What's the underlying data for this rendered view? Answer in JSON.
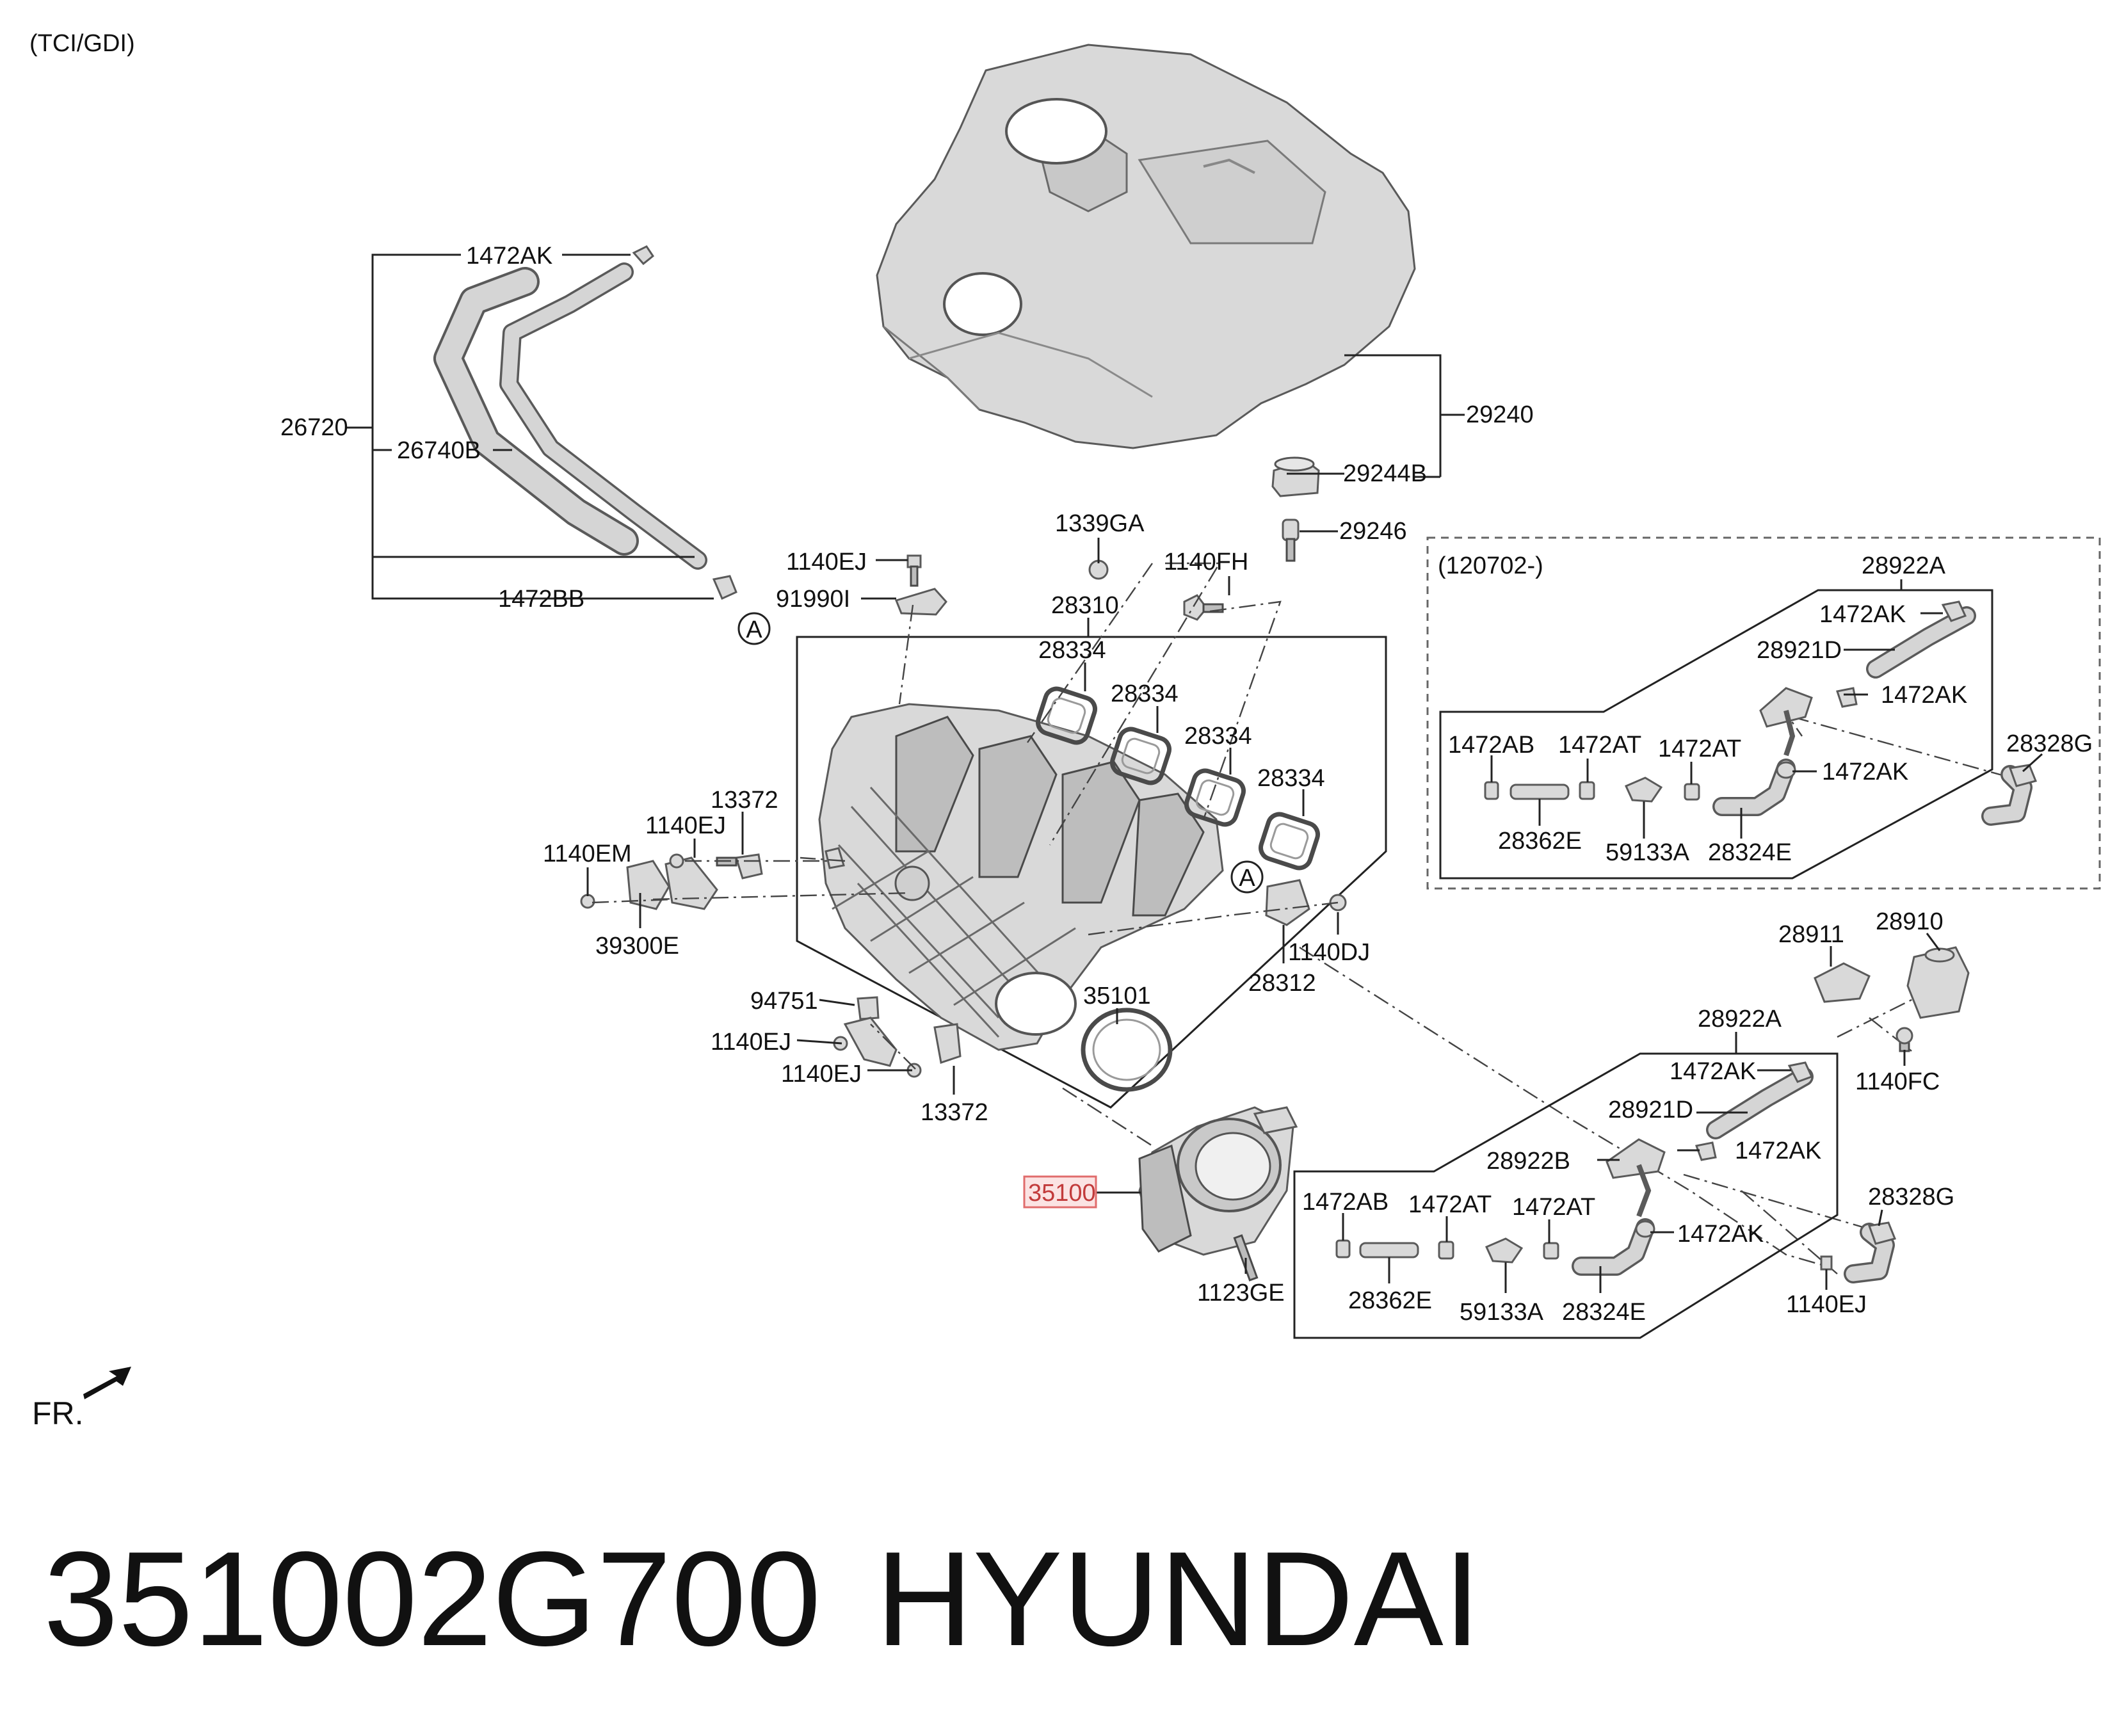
{
  "header_note": "(TCI/GDI)",
  "footer": {
    "part_number": "351002G700",
    "brand": "HYUNDAI"
  },
  "front_indicator": "FR.",
  "view_callout": "A",
  "highlighted_part": "35100",
  "dashed_group_note": "(120702-)",
  "part_labels": {
    "hose_set_1472ak": "1472AK",
    "hose_assembly": "26720",
    "hose_26740b": "26740B",
    "clamp_1472bb": "1472BB",
    "engine_cover": "29240",
    "grommet_29244b": "29244B",
    "stud_29246": "29246",
    "nut_1339ga": "1339GA",
    "bolt_1140ej_top": "1140EJ",
    "bracket_91990i": "91990I",
    "manifold_28310": "28310",
    "bolt_1140fh": "1140FH",
    "gasket_1": "28334",
    "gasket_2": "28334",
    "gasket_3": "28334",
    "gasket_4": "28334",
    "bracket_13372_left": "13372",
    "bolt_1140ej_left": "1140EJ",
    "bolt_1140em": "1140EM",
    "sensor_39300e": "39300E",
    "bolt_1140dj": "1140DJ",
    "pcv_28312": "28312",
    "gasket_35101": "35101",
    "clip_94751": "94751",
    "bolt_1140ej_low1": "1140EJ",
    "bolt_1140ej_low2": "1140EJ",
    "bracket_13372_low": "13372",
    "throttle_body": "35100",
    "bolt_1123ge": "1123GE",
    "d_28922a": "28922A",
    "d_1472ak_1": "1472AK",
    "d_28921d": "28921D",
    "d_1472ak_2": "1472AK",
    "d_1472ab": "1472AB",
    "d_1472at_1": "1472AT",
    "d_1472at_2": "1472AT",
    "d_28328g": "28328G",
    "d_1472ak_3": "1472AK",
    "d_28362e": "28362E",
    "d_59133a": "59133A",
    "d_28324e": "28324E",
    "b_28911": "28911",
    "b_28910": "28910",
    "b_28922a": "28922A",
    "b_1472ak_1": "1472AK",
    "b_1140fc": "1140FC",
    "b_28921d": "28921D",
    "b_1472ak_2": "1472AK",
    "b_28922b": "28922B",
    "b_1472ab": "1472AB",
    "b_1472at_1": "1472AT",
    "b_1472at_2": "1472AT",
    "b_1472ak_3": "1472AK",
    "b_28328g": "28328G",
    "b_28362e": "28362E",
    "b_59133a": "59133A",
    "b_28324e": "28324E",
    "b_1140ej": "1140EJ"
  }
}
